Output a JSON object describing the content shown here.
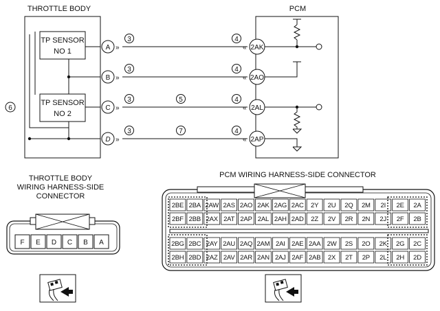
{
  "titles": {
    "throttle_body": "THROTTLE BODY",
    "pcm": "PCM",
    "tb_connector": [
      "THROTTLE BODY",
      "WIRING HARNESS-SIDE",
      "CONNECTOR"
    ],
    "pcm_connector": "PCM WIRING HARNESS-SIDE CONNECTOR"
  },
  "sensors": [
    {
      "line1": "TP SENSOR",
      "line2": "NO 1"
    },
    {
      "line1": "TP SENSOR",
      "line2": "NO 2"
    }
  ],
  "wires": [
    {
      "tb_pin": "A",
      "pcm_pin": "2AK",
      "left_note": "3",
      "mid_note": "",
      "right_note": "4"
    },
    {
      "tb_pin": "B",
      "pcm_pin": "2AO",
      "left_note": "3",
      "mid_note": "",
      "right_note": "4"
    },
    {
      "tb_pin": "C",
      "pcm_pin": "2AL",
      "left_note": "3",
      "mid_note": "5",
      "right_note": "4"
    },
    {
      "tb_pin": "D",
      "pcm_pin": "2AP",
      "left_note": "3",
      "mid_note": "7",
      "right_note": "4"
    }
  ],
  "side_note": "6",
  "tb_connector_pins": [
    "F",
    "E",
    "D",
    "C",
    "B",
    "A"
  ],
  "pcm_connector": {
    "rows": [
      [
        "2BE",
        "2BA",
        "2AW",
        "2AS",
        "2AO",
        "2AK",
        "2AG",
        "2AC",
        "2Y",
        "2U",
        "2Q",
        "2M",
        "2I",
        "2E",
        "2A"
      ],
      [
        "2BF",
        "2BB",
        "2AX",
        "2AT",
        "2AP",
        "2AL",
        "2AH",
        "2AD",
        "2Z",
        "2V",
        "2R",
        "2N",
        "2J",
        "2F",
        "2B"
      ],
      [
        "2BG",
        "2BC",
        "2AY",
        "2AU",
        "2AQ",
        "2AM",
        "2AI",
        "2AE",
        "2AA",
        "2W",
        "2S",
        "2O",
        "2K",
        "2G",
        "2C"
      ],
      [
        "2BH",
        "2BD",
        "2AZ",
        "2AV",
        "2AR",
        "2AN",
        "2AJ",
        "2AF",
        "2AB",
        "2X",
        "2T",
        "2P",
        "2L",
        "2H",
        "2D"
      ]
    ]
  }
}
